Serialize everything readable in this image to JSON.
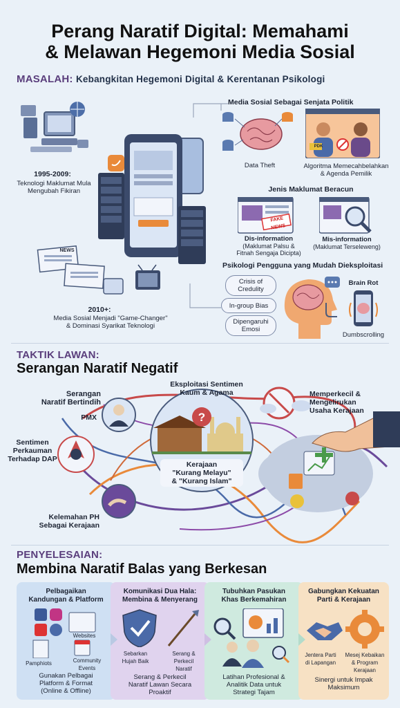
{
  "title": {
    "line1": "Perang Naratif Digital: Memahami",
    "line2": "& Melawan Hegemoni Media Sosial"
  },
  "masalah": {
    "head": "MASALAH:",
    "head_rest": "Kebangkitan Hegemoni Digital & Kerentanan Psikologi",
    "era1_year": "1995-2009:",
    "era1_text": "Teknologi Maklumat Mula Mengubah Fikiran",
    "era2_year": "2010+:",
    "era2_text1": "Media Sosial Menjadi \"Game-Changer\"",
    "era2_text2": "& Dominasi Syarikat Teknologi",
    "weapon_title": "Media Sosial Sebagai Senjata Politik",
    "data_theft": "Data Theft",
    "algo1": "Algoritma Memecahbelahkan",
    "algo2": "& Agenda Pemilik",
    "poison_title": "Jenis Maklumat Beracun",
    "disinfo": "Dis-information",
    "disinfo_sub1": "(Maklumat Palsu &",
    "disinfo_sub2": "Fitnah Sengaja Dicipta)",
    "misinfo": "Mis-information",
    "misinfo_sub": "(Maklumat Terseleweng)",
    "fake_news": "FAKE NEWS",
    "psych_title": "Psikologi Pengguna yang Mudah Dieksploitasi",
    "crisis1": "Crisis of",
    "crisis2": "Credulity",
    "ingroup": "In-group Bias",
    "dipengaruhi1": "Dipengaruhi",
    "dipengaruhi2": "Emosi",
    "brain_rot": "Brain Rot",
    "dumbscrolling": "Dumbscrolling",
    "news_label": "NEWS",
    "pdk_label": "PDK"
  },
  "taktik": {
    "head": "TAKTIK LAWAN:",
    "sub": "Serangan Naratif Negatif",
    "serangan1": "Serangan",
    "serangan2": "Naratif Bertindih",
    "pmx": "PMX",
    "eksploitasi1": "Eksploitasi Sentimen",
    "eksploitasi2": "Kaum & Agama",
    "memperkecil1": "Memperkecil &",
    "memperkecil2": "Mengelirukan",
    "memperkecil3": "Usaha Kerajaan",
    "sentimen1": "Sentimen",
    "sentimen2": "Perkauman",
    "sentimen3": "Terhadap DAP",
    "kerajaan1": "Kerajaan",
    "kerajaan2": "\"Kurang Melayu\"",
    "kerajaan3": "& \"Kurang Islam\"",
    "kelemahan1": "Kelemahan PH",
    "kelemahan2": "Sebagai Kerajaan"
  },
  "penyelesaian": {
    "head": "PENYELESAIAN:",
    "sub": "Membina Naratif Balas yang Berkesan",
    "cards": [
      {
        "title1": "Pelbagaikan",
        "title2": "Kandungan & Platform",
        "websites": "Websites",
        "pamphlets": "Pamphiots",
        "community1": "Community",
        "community2": "Events",
        "foot1": "Gunakan Pelbagai",
        "foot2": "Platform & Format",
        "foot3": "(Online & Offline)"
      },
      {
        "title1": "Komunikasi Dua Hala:",
        "title2": "Membina & Menyerang",
        "left1": "Sebarkan",
        "left2": "Hujah Baik",
        "right1": "Serang &",
        "right2": "Perkecil",
        "right3": "Naratif",
        "foot1": "Serang & Perkecil",
        "foot2": "Naratif Lawan Secara",
        "foot3": "Proaktif"
      },
      {
        "title1": "Tubuhkan Pasukan",
        "title2": "Khas Berkemahiran",
        "foot1": "Latihan Profesional &",
        "foot2": "Analitik Data untuk",
        "foot3": "Strategi Tajam"
      },
      {
        "title1": "Gabungkan Kekuatan",
        "title2": "Parti & Kerajaan",
        "left1": "Jentera Parti",
        "left2": "di Lapangan",
        "right1": "Mesej Kebaikan",
        "right2": "& Program",
        "right3": "Kerajaan",
        "foot1": "Sinergi untuk Impak",
        "foot2": "Maksimum"
      }
    ]
  },
  "colors": {
    "bg": "#eaf1f8",
    "purple": "#5a3e7c",
    "card1": "#cfe0f3",
    "card2": "#e0d3ee",
    "card3": "#cfeadf",
    "card4": "#f7e1c4"
  }
}
